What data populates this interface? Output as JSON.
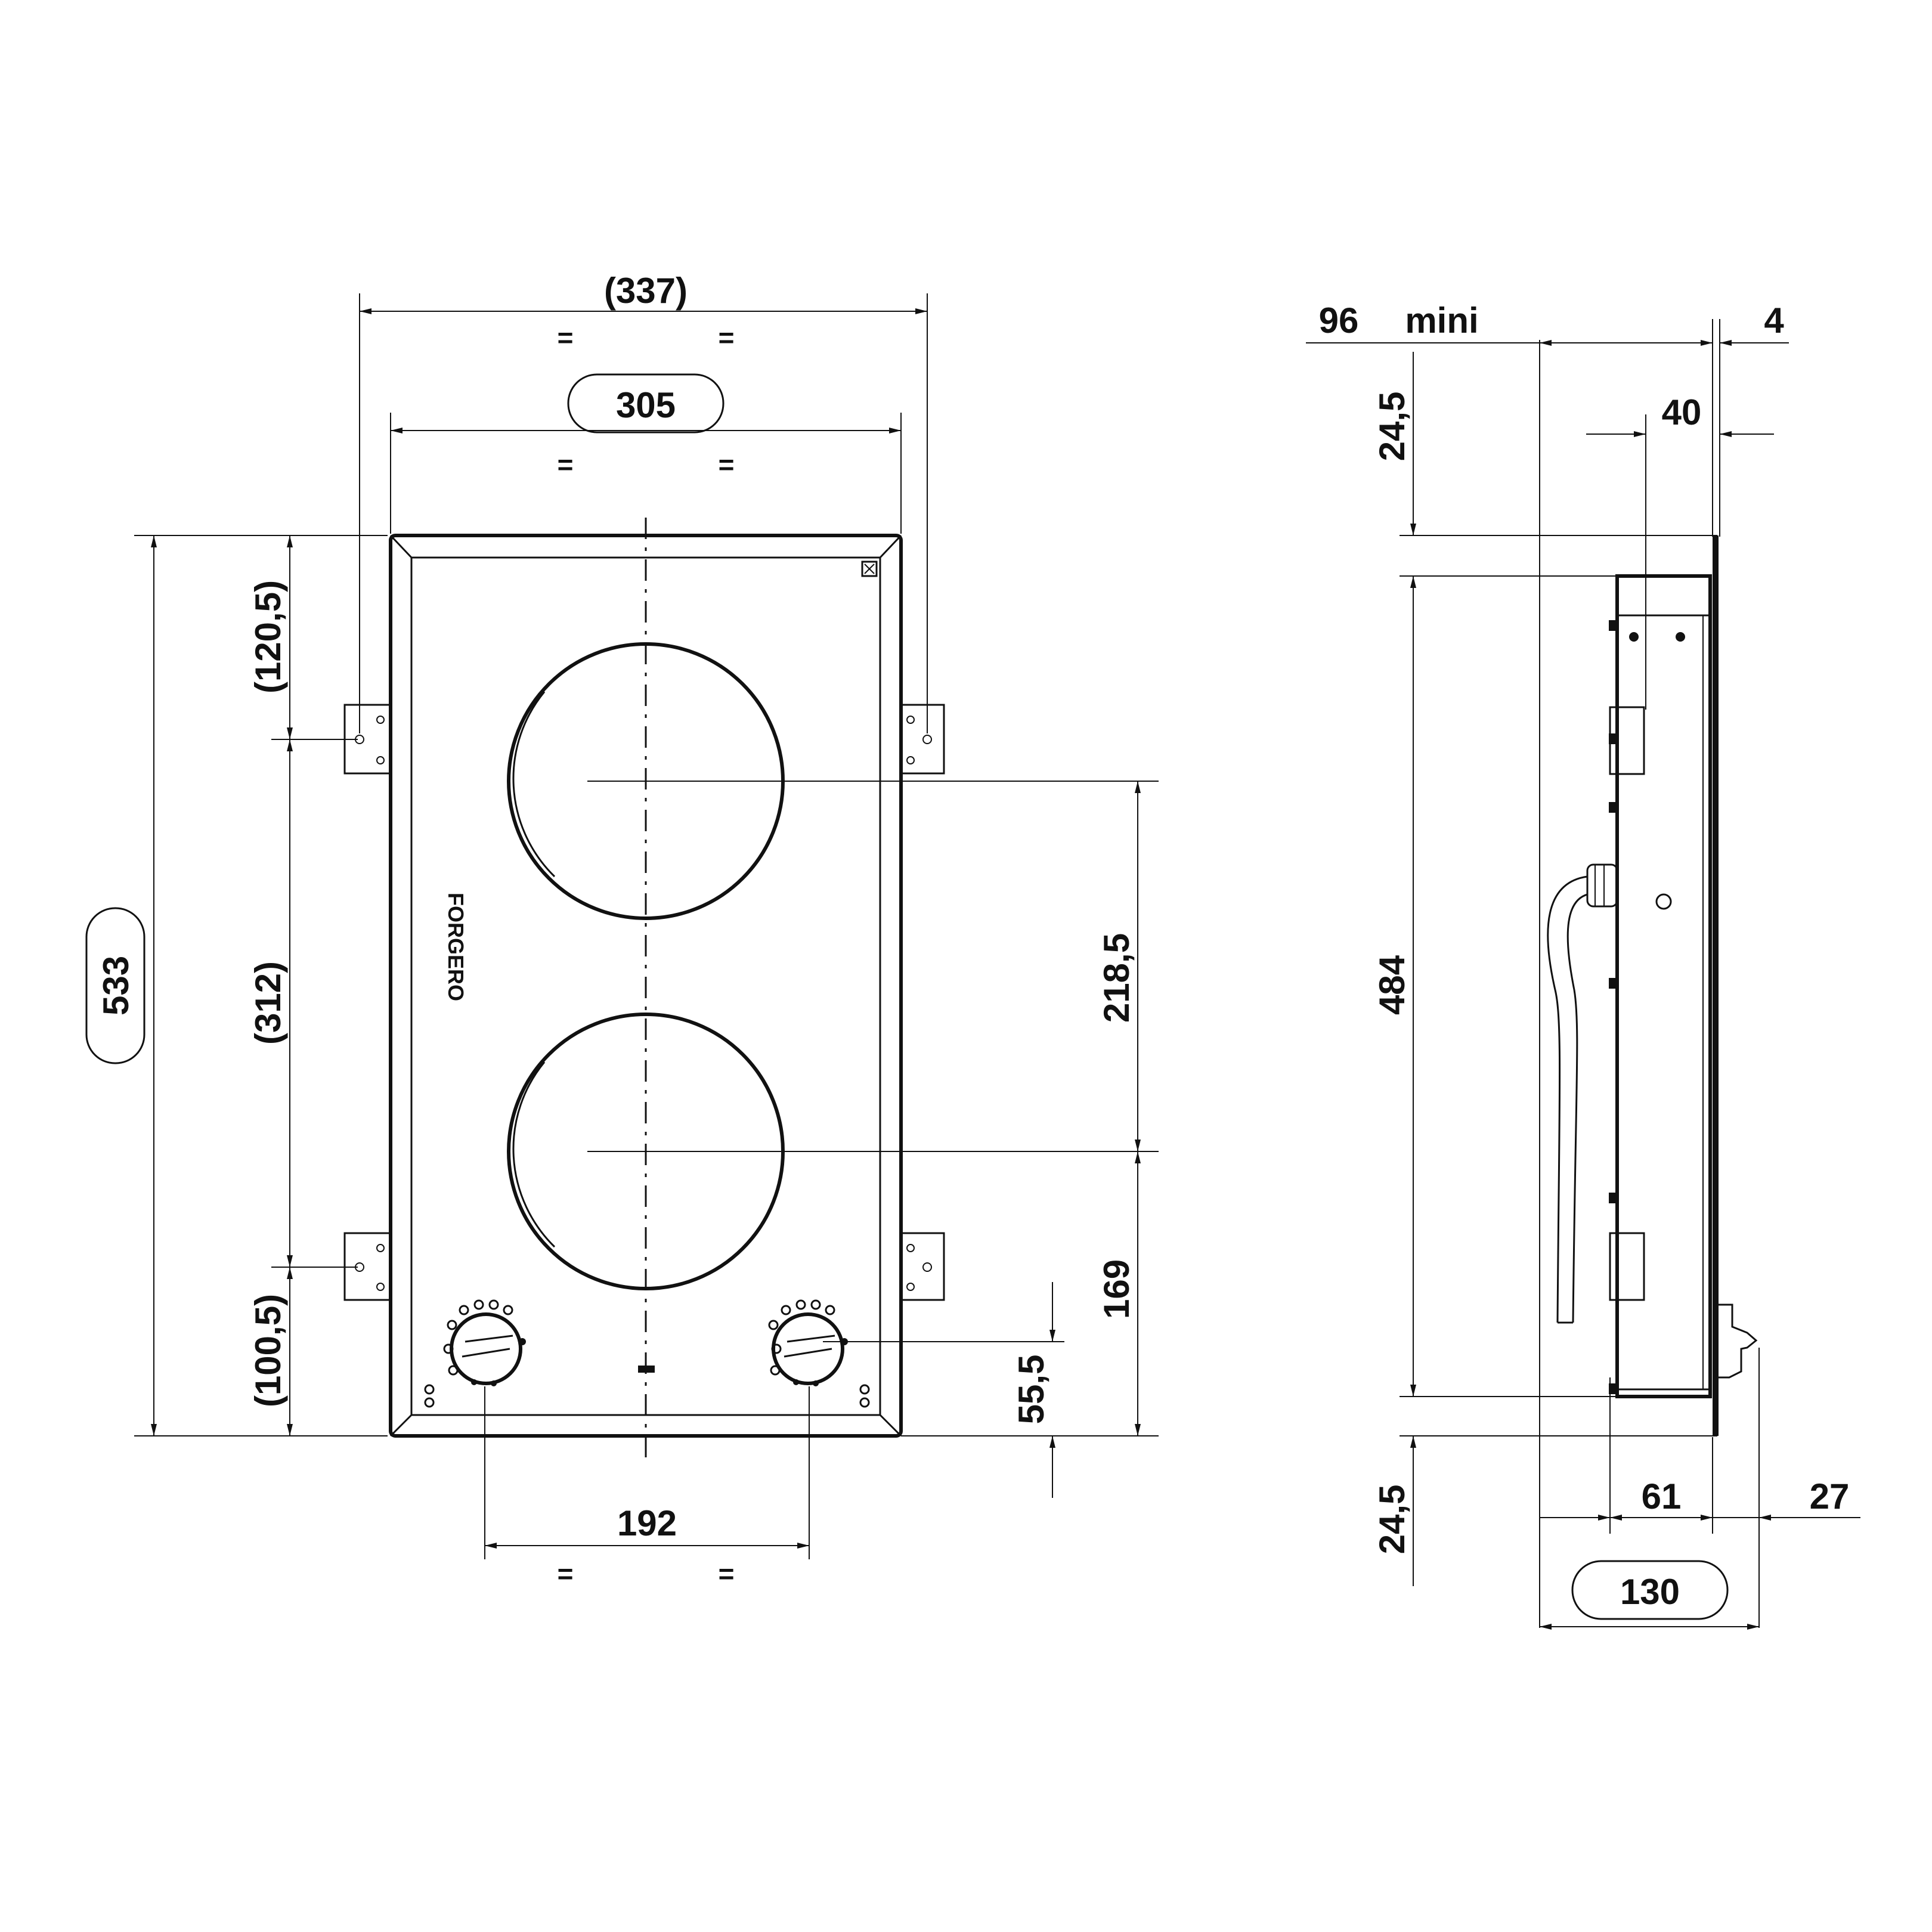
{
  "front_view": {
    "dim_overall_width": "(337)",
    "dim_cutout_width": "305",
    "dim_overall_height": "533",
    "dim_top_bracket": "(120,5)",
    "dim_bracket_spacing": "(312)",
    "dim_bottom_bracket": "(100,5)",
    "dim_zone_spacing": "218,5",
    "dim_zone_to_edge": "169",
    "dim_knob_height": "55,5",
    "dim_knob_spacing": "192",
    "equal_mark": "=",
    "brand_mark": "FORGERO"
  },
  "side_view": {
    "dim_min_clearance": "96",
    "dim_min_label": "mini",
    "dim_glass_thickness": "4",
    "dim_top_offset": "24,5",
    "dim_body_offset": "40",
    "dim_body_height": "484",
    "dim_bottom_offset": "24,5",
    "dim_body_depth": "61",
    "dim_flange_depth": "27",
    "dim_total_depth": "130"
  },
  "colors": {
    "ink": "#111111",
    "background": "#ffffff"
  }
}
